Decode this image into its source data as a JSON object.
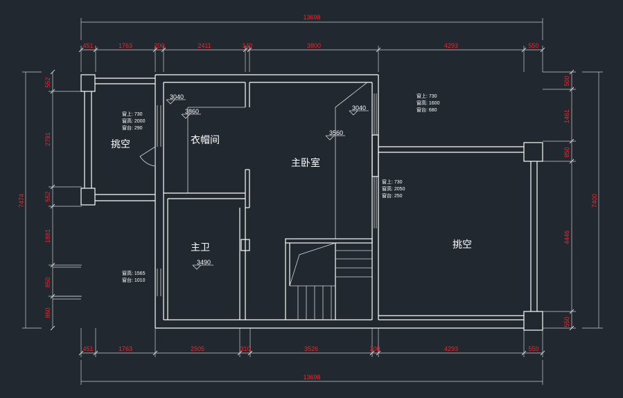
{
  "overall": {
    "top_total": "13698",
    "bottom_total": "13698",
    "left_total": "7474",
    "right_total": "7400"
  },
  "top_dims": [
    "451",
    "1763",
    "200",
    "2411",
    "140",
    "3800",
    "4293",
    "550"
  ],
  "bottom_dims": [
    "451",
    "1763",
    "2505",
    "310",
    "3526",
    "200",
    "4293",
    "550"
  ],
  "left_dims": [
    "552",
    "2791",
    "552",
    "1881",
    "850",
    "860"
  ],
  "right_dims": [
    "500",
    "1461",
    "850",
    "4446",
    "550"
  ],
  "rooms": {
    "void_left": "挑空",
    "cloakroom": "衣帽间",
    "master_bedroom": "主卧室",
    "master_bath": "主卫",
    "void_right": "挑空"
  },
  "levels": {
    "l1": "3040",
    "l2": "3860",
    "l3": "3040",
    "l4": "3560",
    "l5": "3490"
  },
  "window_notes": {
    "n1": [
      "窗上: 730",
      "窗高: 2000",
      "窗台: 290"
    ],
    "n2": [
      "窗上: 730",
      "窗高: 1600",
      "窗台: 680"
    ],
    "n3": [
      "窗上: 730",
      "窗高: 2050",
      "窗台: 250"
    ],
    "n4": [
      "窗高: 1565",
      "窗台: 1010"
    ]
  }
}
